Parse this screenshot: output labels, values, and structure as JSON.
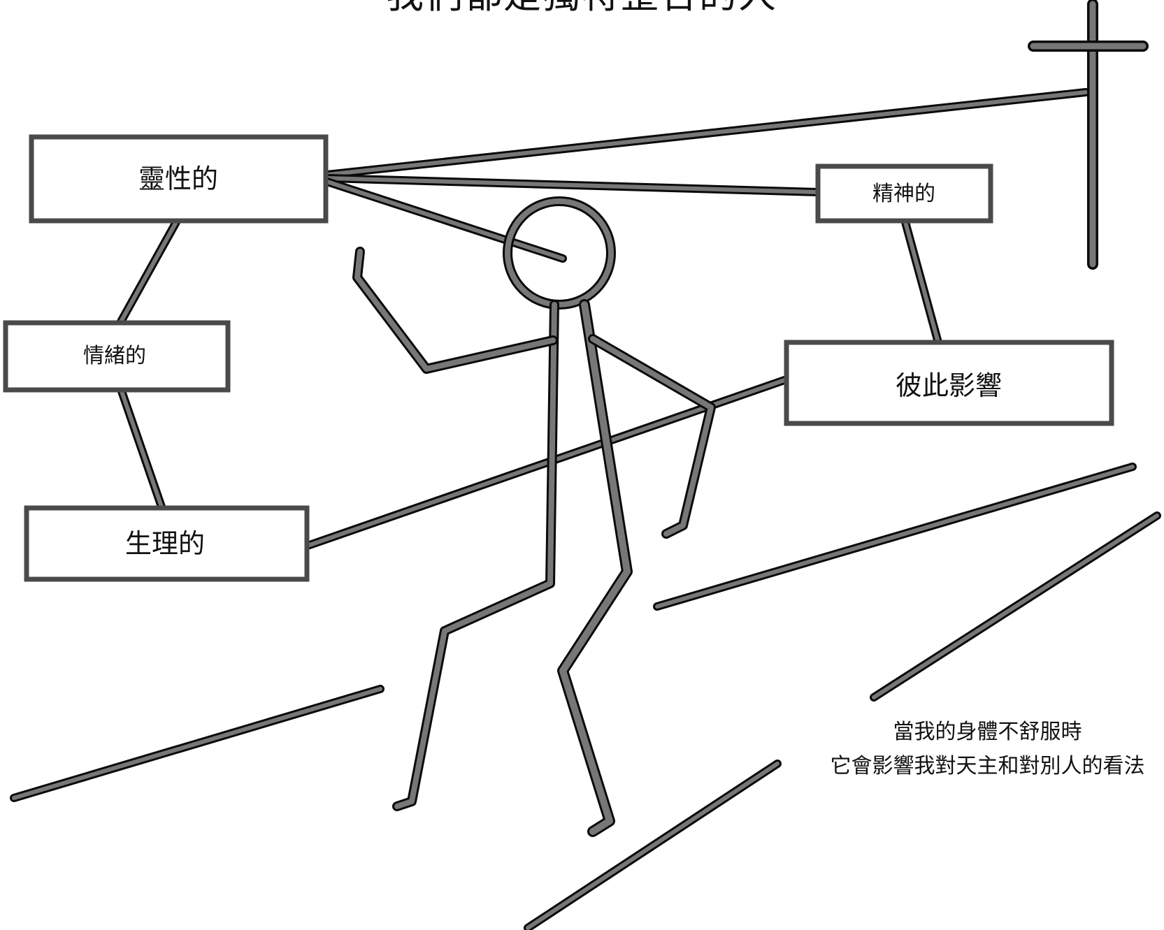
{
  "heading": "我們都是獨特整合的人",
  "boxes": {
    "spiritual": "靈性的",
    "emotional": "情緒的",
    "physical": "生理的",
    "mental": "精神的",
    "mutual_influence": "彼此影響"
  },
  "caption": {
    "line1": "當我的身體不舒服時",
    "line2": "它會影響我對天主和對別人的看法"
  },
  "colors": {
    "stroke": "#777777",
    "outline": "#0a0a0a",
    "text": "#111111",
    "background": "#ffffff"
  }
}
